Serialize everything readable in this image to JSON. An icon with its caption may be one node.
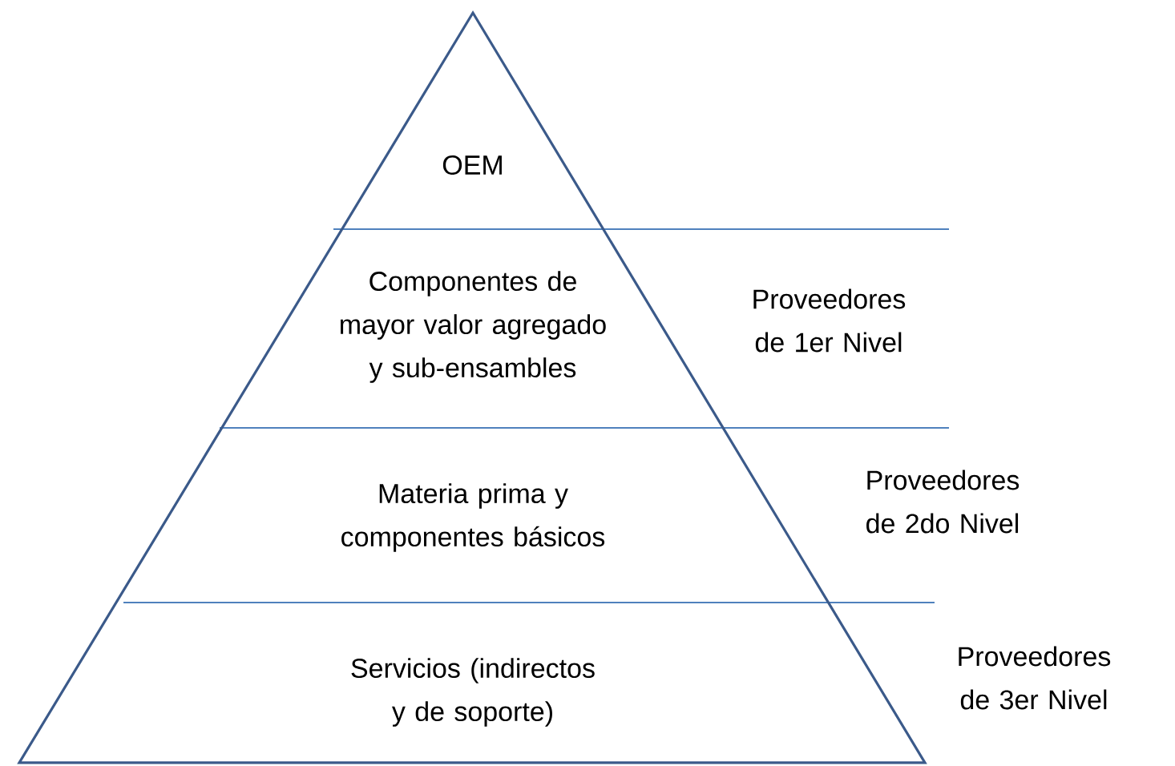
{
  "diagram": {
    "nodes": [
      {
        "text": [
          "OEM"
        ]
      },
      {
        "text": [
          "Componentes de mayor valor agregado y sub-ensambles"
        ]
      },
      {
        "text": [
          "Materia prima y componentes básicos"
        ]
      },
      {
        "text": [
          "Servicios (indirectos y de soporte)"
        ]
      }
    ],
    "labels": [
      "Proveedores de 1er Nivel",
      "Proveedores de 2do Nivel",
      "Proveedores de 3er Nivel"
    ]
  }
}
